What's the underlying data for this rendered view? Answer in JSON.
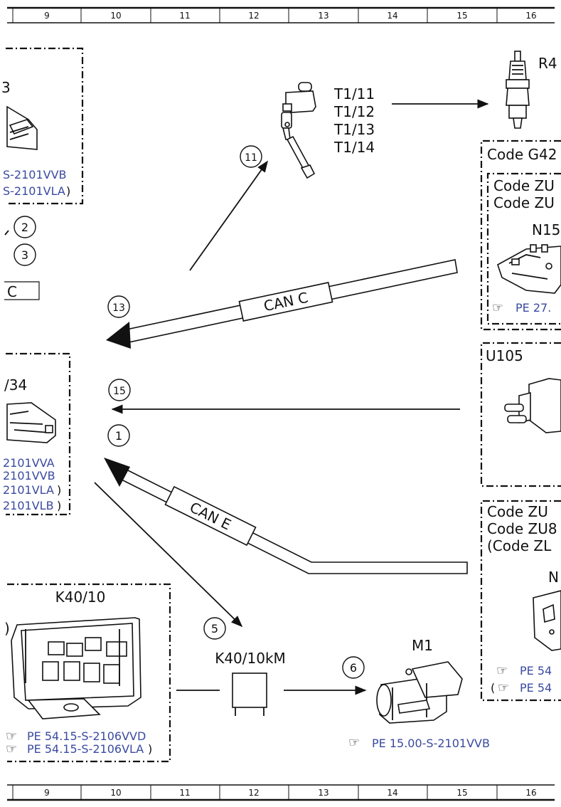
{
  "ruler": {
    "cols": [
      "9",
      "10",
      "11",
      "12",
      "13",
      "14",
      "15",
      "16"
    ]
  },
  "left_top_box": {
    "fragment": "3",
    "ref1": "S-2101VVB",
    "ref2": "S-2101VLA",
    "ref2_paren": ")"
  },
  "bubbles": {
    "b2": "2",
    "b3": "3",
    "b1": "1",
    "b5": "5",
    "b6": "6",
    "b11": "11",
    "b13": "13",
    "b15": "15"
  },
  "left_code_frag": "C",
  "ignition": {
    "lines": [
      "T1/11",
      "T1/12",
      "T1/13",
      "T1/14"
    ]
  },
  "spark_plug": {
    "label": "R4"
  },
  "code_box_top": {
    "title": "Code G42",
    "inner_line1": "Code ZU",
    "inner_line2": "Code ZU",
    "comp": "N15",
    "ref": "PE 27."
  },
  "can_c": {
    "label": "CAN C"
  },
  "can_e": {
    "label": "CAN E"
  },
  "left_mid_box": {
    "label": "/34",
    "refs": [
      "2101VVA",
      "2101VVB",
      "2101VLA",
      "2101VLB"
    ],
    "paren_a": ")",
    "paren_b": ")"
  },
  "u105": {
    "label": "U105"
  },
  "code_box_bottom": {
    "line1": "Code ZU",
    "line2": "Code ZU8",
    "line3": "(Code ZL",
    "comp": "N",
    "ref1": "PE 54",
    "ref2": "PE 54",
    "paren": "("
  },
  "k40": {
    "label": "K40/10",
    "paren": ")",
    "ref1": "PE 54.15-S-2106VVD",
    "ref2": "PE 54.15-S-2106VLA",
    "ref2_paren": ")"
  },
  "relay": {
    "label": "K40/10kM"
  },
  "starter": {
    "label": "M1",
    "ref": "PE 15.00-S-2101VVB"
  }
}
